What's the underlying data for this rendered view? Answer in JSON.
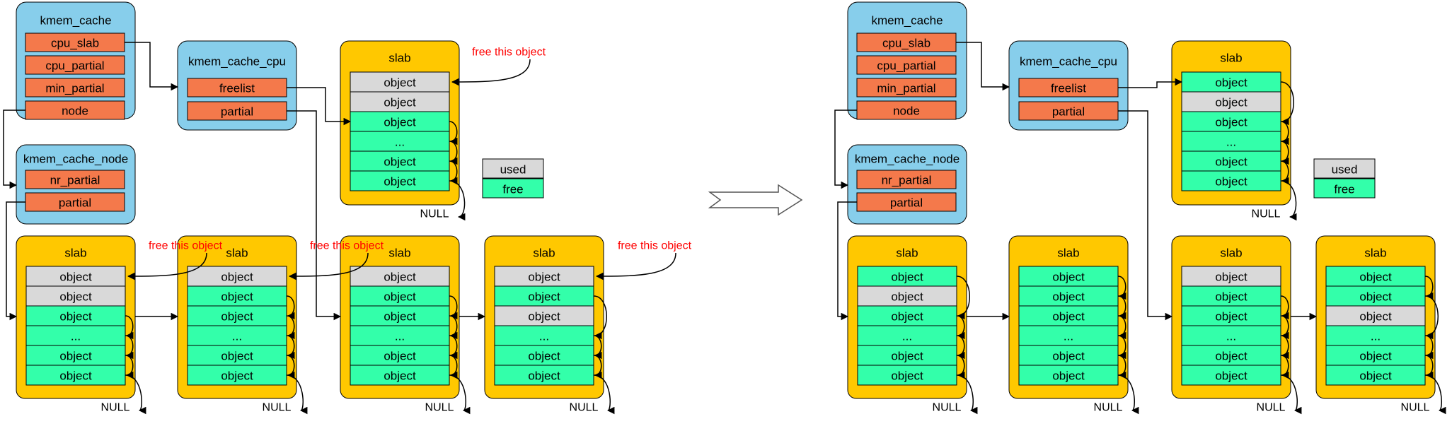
{
  "labels": {
    "kmem_cache": "kmem_cache",
    "cpu_slab": "cpu_slab",
    "cpu_partial": "cpu_partial",
    "min_partial": "min_partial",
    "node": "node",
    "kmem_cache_cpu": "kmem_cache_cpu",
    "freelist": "freelist",
    "partial": "partial",
    "kmem_cache_node": "kmem_cache_node",
    "nr_partial": "nr_partial",
    "slab": "slab",
    "object": "object",
    "ellipsis": "...",
    "null": "NULL",
    "free_this_object": "free this object"
  },
  "legend": {
    "used": "used",
    "free": "free"
  },
  "colors": {
    "cache_box": "#87ceeb",
    "field": "#f4794b",
    "slab_box": "#ffc800",
    "used": "#d9d9d9",
    "free": "#33ffaa",
    "annotation": "#ff0000"
  },
  "before": {
    "cpu_slab_rows": [
      "used",
      "used",
      "free",
      "free",
      "free",
      "free"
    ],
    "partial_slabs": [
      [
        "used",
        "used",
        "free",
        "free",
        "free",
        "free"
      ],
      [
        "used",
        "free",
        "free",
        "free",
        "free",
        "free"
      ],
      [
        "used",
        "free",
        "free",
        "free",
        "free",
        "free"
      ],
      [
        "used",
        "free",
        "used",
        "free",
        "free",
        "free"
      ]
    ]
  },
  "after": {
    "cpu_slab_rows": [
      "free",
      "used",
      "free",
      "free",
      "free",
      "free"
    ],
    "partial_slabs": [
      [
        "free",
        "used",
        "free",
        "free",
        "free",
        "free"
      ],
      [
        "free",
        "free",
        "free",
        "free",
        "free",
        "free"
      ],
      [
        "used",
        "free",
        "free",
        "free",
        "free",
        "free"
      ],
      [
        "free",
        "free",
        "used",
        "free",
        "free",
        "free"
      ]
    ]
  }
}
